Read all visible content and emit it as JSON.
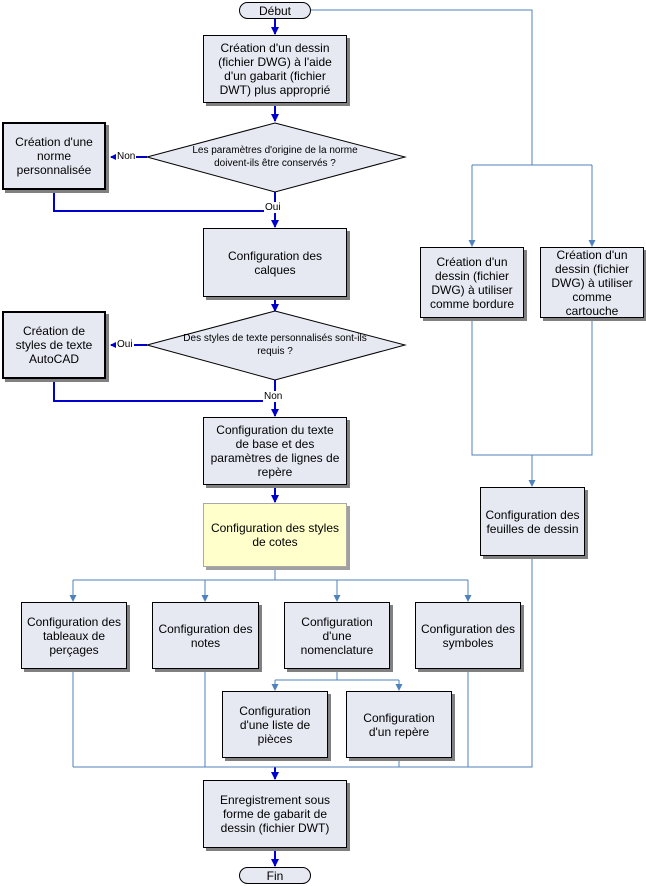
{
  "colors": {
    "box_fill": "#e6e9f2",
    "highlight_fill": "#ffffcc",
    "main_flow_arrow": "#0000cc",
    "secondary_arrow": "#4f81bd"
  },
  "terminals": {
    "start": "Début",
    "end": "Fin"
  },
  "steps": {
    "create_drawing": "Création d'un dessin (fichier DWG) à l'aide d'un gabarit (fichier DWT) plus approprié",
    "custom_standard": "Création d'une norme personnalisée",
    "layers": "Configuration des calques",
    "text_styles": "Création de styles de texte AutoCAD",
    "base_text": "Configuration du texte de base et des paramètres de lignes de repère",
    "dim_styles": "Configuration des styles de cotes",
    "hole_tables": "Configuration des tableaux de perçages",
    "notes": "Configuration des notes",
    "nomenclature": "Configuration d'une nomenclature",
    "symbols": "Configuration des symboles",
    "parts_list": "Configuration d'une liste de pièces",
    "balloon": "Configuration d'un repère",
    "save_template": "Enregistrement sous forme de gabarit de dessin (fichier DWT)",
    "border_drawing": "Création d'un dessin (fichier DWG) à utiliser comme bordure",
    "title_block_drawing": "Création d'un dessin (fichier DWG) à utiliser comme cartouche",
    "sheets": "Configuration des feuilles de dessin"
  },
  "decisions": {
    "keep_origin": "Les paramètres d'origine de la norme doivent-ils être conservés ?",
    "custom_text": "Des styles de texte personnalisés sont-ils requis ?"
  },
  "edge_labels": {
    "non_1": "Non",
    "oui_1": "Oui",
    "oui_2": "Oui",
    "non_2": "Non"
  }
}
